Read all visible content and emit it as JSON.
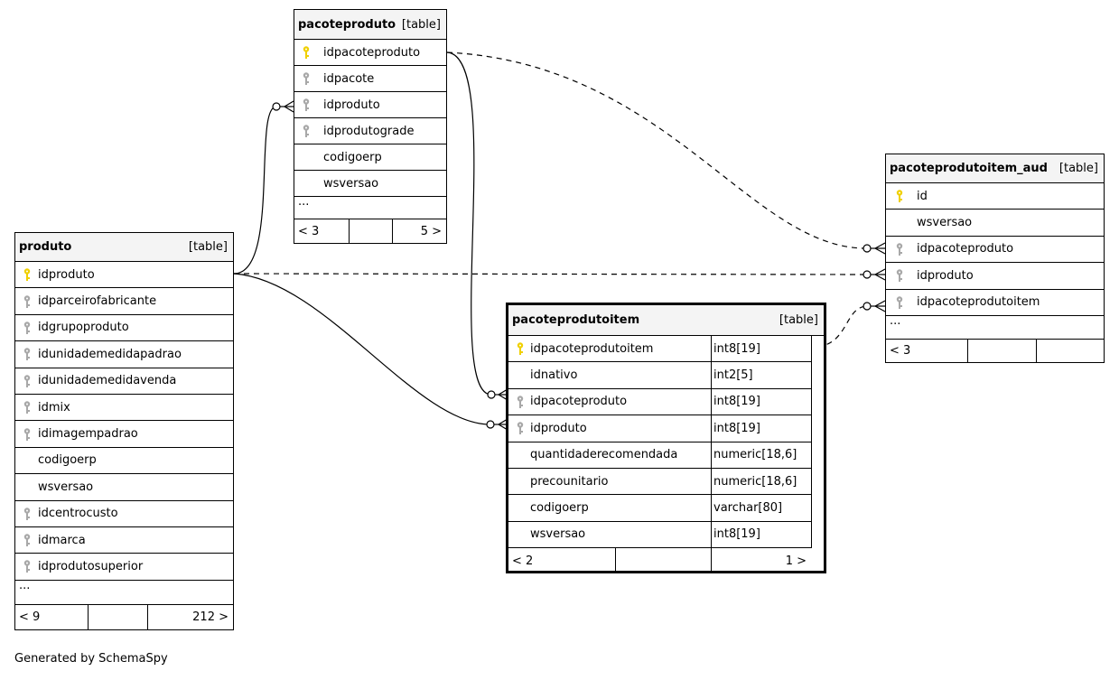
{
  "tables": {
    "pacoteproduto": {
      "name": "pacoteproduto",
      "type": "[table]",
      "columns": [
        {
          "name": "idpacoteproduto",
          "key": "primary"
        },
        {
          "name": "idpacote",
          "key": "foreign"
        },
        {
          "name": "idproduto",
          "key": "foreign"
        },
        {
          "name": "idprodutograde",
          "key": "foreign"
        },
        {
          "name": "codigoerp",
          "key": "none"
        },
        {
          "name": "wsversao",
          "key": "none"
        }
      ],
      "more": "...",
      "footer": {
        "parents": "< 3",
        "children": "5 >"
      }
    },
    "produto": {
      "name": "produto",
      "type": "[table]",
      "columns": [
        {
          "name": "idproduto",
          "key": "primary"
        },
        {
          "name": "idparceirofabricante",
          "key": "foreign"
        },
        {
          "name": "idgrupoproduto",
          "key": "foreign"
        },
        {
          "name": "idunidademedidapadrao",
          "key": "foreign"
        },
        {
          "name": "idunidademedidavenda",
          "key": "foreign"
        },
        {
          "name": "idmix",
          "key": "foreign"
        },
        {
          "name": "idimagempadrao",
          "key": "foreign"
        },
        {
          "name": "codigoerp",
          "key": "none"
        },
        {
          "name": "wsversao",
          "key": "none"
        },
        {
          "name": "idcentrocusto",
          "key": "foreign"
        },
        {
          "name": "idmarca",
          "key": "foreign"
        },
        {
          "name": "idprodutosuperior",
          "key": "foreign"
        }
      ],
      "more": "...",
      "footer": {
        "parents": "< 9",
        "children": "212 >"
      }
    },
    "pacoteprodutoitem": {
      "name": "pacoteprodutoitem",
      "type": "[table]",
      "columns": [
        {
          "name": "idpacoteprodutoitem",
          "key": "primary",
          "datatype": "int8[19]"
        },
        {
          "name": "idnativo",
          "key": "none",
          "datatype": "int2[5]"
        },
        {
          "name": "idpacoteproduto",
          "key": "foreign",
          "datatype": "int8[19]"
        },
        {
          "name": "idproduto",
          "key": "foreign",
          "datatype": "int8[19]"
        },
        {
          "name": "quantidaderecomendada",
          "key": "none",
          "datatype": "numeric[18,6]"
        },
        {
          "name": "precounitario",
          "key": "none",
          "datatype": "numeric[18,6]"
        },
        {
          "name": "codigoerp",
          "key": "none",
          "datatype": "varchar[80]"
        },
        {
          "name": "wsversao",
          "key": "none",
          "datatype": "int8[19]"
        }
      ],
      "footer": {
        "parents": "< 2",
        "children": "1 >"
      }
    },
    "pacoteprodutoitem_aud": {
      "name": "pacoteprodutoitem_aud",
      "type": "[table]",
      "columns": [
        {
          "name": "id",
          "key": "primary"
        },
        {
          "name": "wsversao",
          "key": "none"
        },
        {
          "name": "idpacoteproduto",
          "key": "foreign"
        },
        {
          "name": "idproduto",
          "key": "foreign"
        },
        {
          "name": "idpacoteprodutoitem",
          "key": "foreign"
        }
      ],
      "more": "...",
      "footer": {
        "parents": "< 3",
        "children": ""
      }
    }
  },
  "relationships": [
    {
      "from": "produto.idproduto",
      "to": "pacoteproduto.idproduto",
      "style": "solid"
    },
    {
      "from": "produto.idproduto",
      "to": "pacoteprodutoitem.idproduto",
      "style": "solid"
    },
    {
      "from": "pacoteproduto.idpacoteproduto",
      "to": "pacoteprodutoitem.idpacoteproduto",
      "style": "solid"
    },
    {
      "from": "pacoteproduto.idpacoteproduto",
      "to": "pacoteprodutoitem_aud.idpacoteproduto",
      "style": "dashed"
    },
    {
      "from": "produto.idproduto",
      "to": "pacoteprodutoitem_aud.idproduto",
      "style": "dashed"
    },
    {
      "from": "pacoteprodutoitem.idpacoteprodutoitem",
      "to": "pacoteprodutoitem_aud.idpacoteprodutoitem",
      "style": "dashed"
    }
  ],
  "colors": {
    "primary_key": "#f0d000",
    "foreign_key": "#a8a8a8",
    "header_bg": "#f4f4f4",
    "line": "#000000"
  },
  "credit": "Generated by SchemaSpy"
}
